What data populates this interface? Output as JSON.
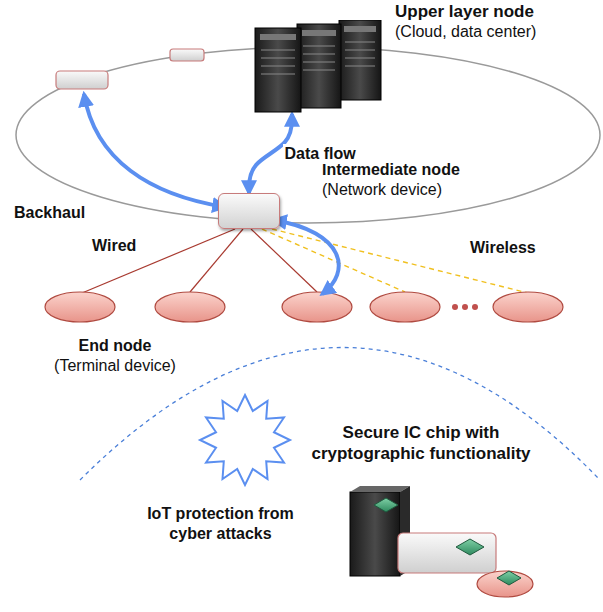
{
  "diagram": {
    "nodes": [
      {
        "text": [
          "Upper layer node",
          "(Cloud, data center)"
        ]
      },
      {
        "text": [
          "Intermediate node",
          "(Network device)"
        ]
      }
    ],
    "edges": [
      {
        "from": 1,
        "to": 0,
        "arrow": "both",
        "label": "Data flow"
      }
    ],
    "labels": [
      "Backhaul",
      "Wired",
      "Wireless",
      "End node",
      "(Terminal device)",
      "Secure IC chip with cryptographic functionality",
      "IoT protection from cyber attacks"
    ]
  }
}
